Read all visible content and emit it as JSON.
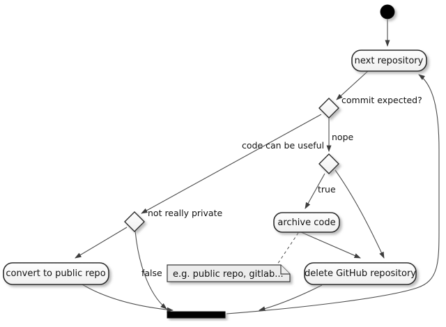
{
  "diagram_type": "uml-activity-diagram",
  "nodes": {
    "next_repository": {
      "label": "next repository"
    },
    "archive_code": {
      "label": "archive code"
    },
    "convert_to_public_repo": {
      "label": "convert to public repo"
    },
    "delete_github_repository": {
      "label": "delete GitHub repository"
    }
  },
  "note": {
    "text": "e.g. public repo, gitlab..."
  },
  "edge_labels": {
    "commit_expected": "commit expected?",
    "nope": "nope",
    "code_can_be_useful": "code can be useful",
    "true": "true",
    "not_really_private": "not really private",
    "false": "false"
  },
  "colors": {
    "background": "#ffffff",
    "node_fill_top": "#fefefe",
    "node_fill_bottom": "#f0f0f0",
    "node_border": "#2b2b2b",
    "edge_line": "#4a4a4a",
    "arrowhead": "#3d3d3d",
    "note_fill": "#ececec",
    "terminal_fill": "#000000",
    "text": "#111111",
    "shadow": "#888888"
  }
}
